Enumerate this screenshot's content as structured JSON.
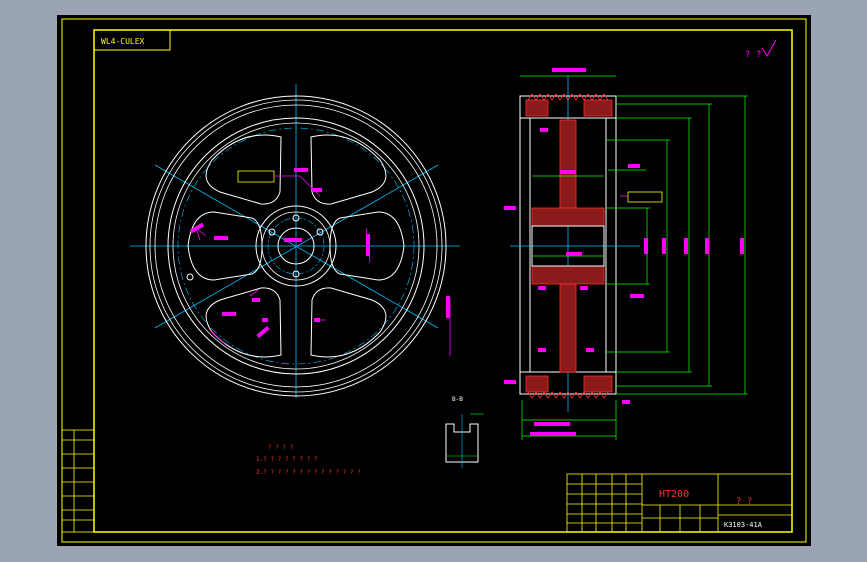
{
  "title_block_label": "WL4-CULEX",
  "corner_mark": "? ?",
  "material": "HT200",
  "sheet_label": "? ?",
  "drawing_number": "K3103-41A",
  "notes_title": "? ? ? ?",
  "notes_lines": [
    "1.? ? ? ? ? ? ? ?",
    "2.? ? ? ? ? ? ? ? ? ? ? ? ? ?"
  ],
  "section_label": "B-B",
  "colors": {
    "background": "#000000",
    "frame": "#ffff00",
    "outline": "#ffffff",
    "center_line": "#00bfff",
    "dimension": "#00ff00",
    "annotation": "#ff00ff",
    "hatch": "#ff3030"
  }
}
